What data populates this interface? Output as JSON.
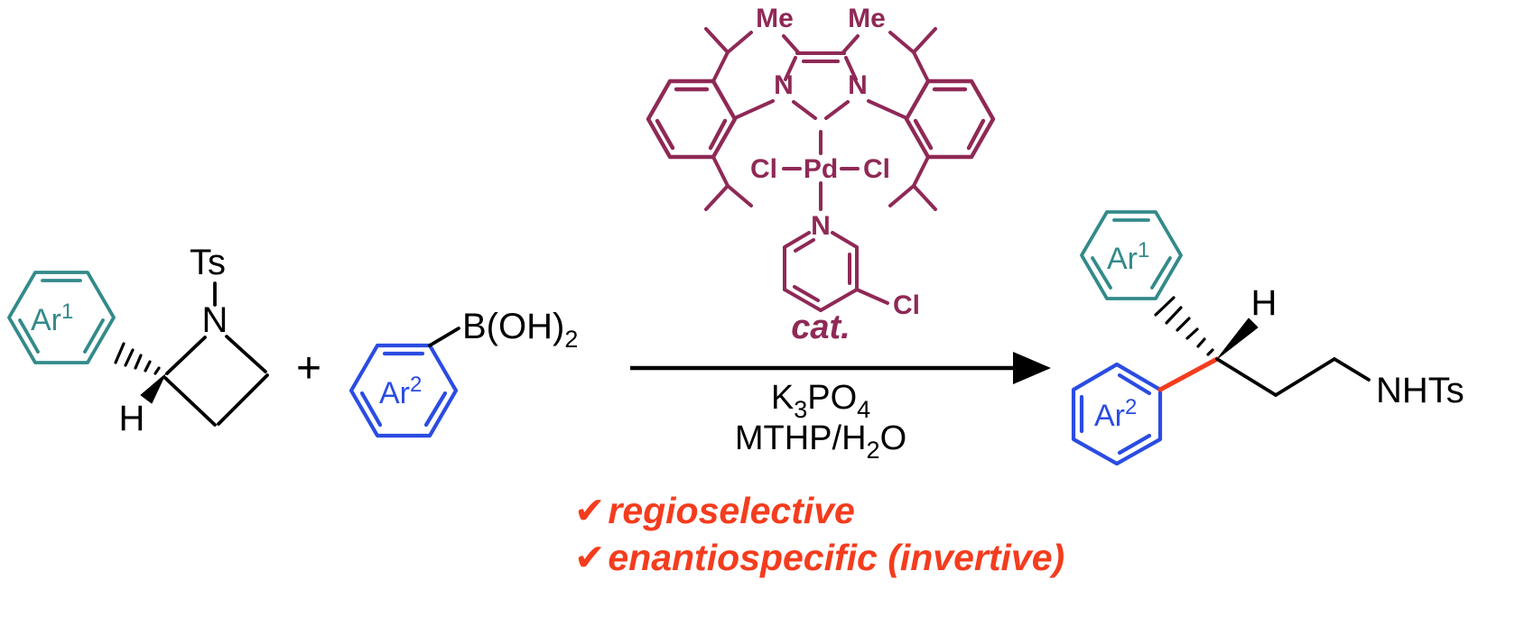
{
  "colors": {
    "ar1_teal": "#338a8a",
    "ar2_blue": "#2b4ce2",
    "catalyst_maroon": "#8f2956",
    "highlight_red": "#f43c1e",
    "bond_black": "#000000",
    "background": "#ffffff"
  },
  "reactant1": {
    "protecting_group": "Ts",
    "nitrogen": "N",
    "hydrogen": "H",
    "aryl": "Ar",
    "aryl_sup": "1"
  },
  "plus": "+",
  "reactant2": {
    "aryl": "Ar",
    "aryl_sup": "2",
    "boron": "B(OH)",
    "boron_sub": "2"
  },
  "catalyst": {
    "me_left": "Me",
    "me_right": "Me",
    "n_left": "N",
    "n_right": "N",
    "cl_left": "Cl",
    "pd": "Pd",
    "cl_right": "Cl",
    "pyridine_n": "N",
    "pyridine_cl": "Cl",
    "label": "cat."
  },
  "conditions": {
    "base_k": "K",
    "base_3": "3",
    "base_po": "PO",
    "base_4": "4",
    "solvent_a": "MTHP/H",
    "solvent_2": "2",
    "solvent_o": "O"
  },
  "product": {
    "aryl1": "Ar",
    "aryl1_sup": "1",
    "aryl2": "Ar",
    "aryl2_sup": "2",
    "hydrogen": "H",
    "amine": "NHTs"
  },
  "notes": [
    {
      "check": "✔",
      "text": "regioselective"
    },
    {
      "check": "✔",
      "text": "enantiospecific (invertive)"
    }
  ]
}
